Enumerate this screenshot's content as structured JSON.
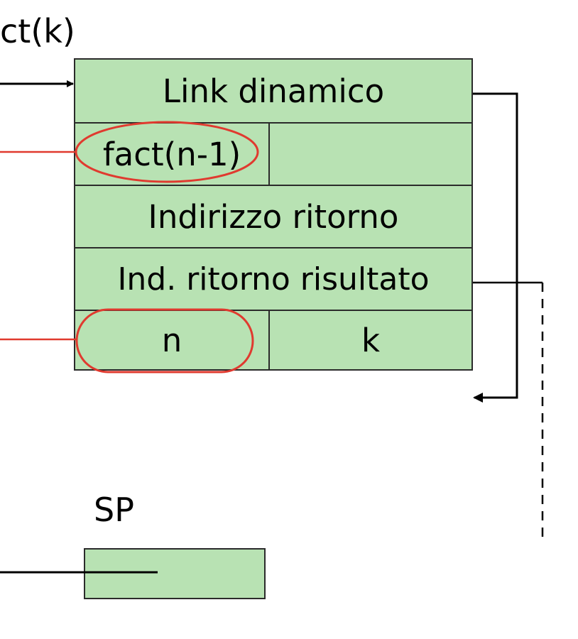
{
  "header": {
    "frame_label": "ct(k)"
  },
  "stack": {
    "link_dinamico": "Link dinamico",
    "fact_call": "fact(n-1)",
    "fact_value": "",
    "return_address": "Indirizzo ritorno",
    "result_return_address": "Ind. ritorno risultato",
    "param_n": "n",
    "param_k": "k"
  },
  "sp": {
    "label": "SP"
  },
  "colors": {
    "cell_fill": "#b8e2b3",
    "border": "#2b2b2b",
    "highlight": "#e03a2f",
    "arrow": "#000000"
  }
}
